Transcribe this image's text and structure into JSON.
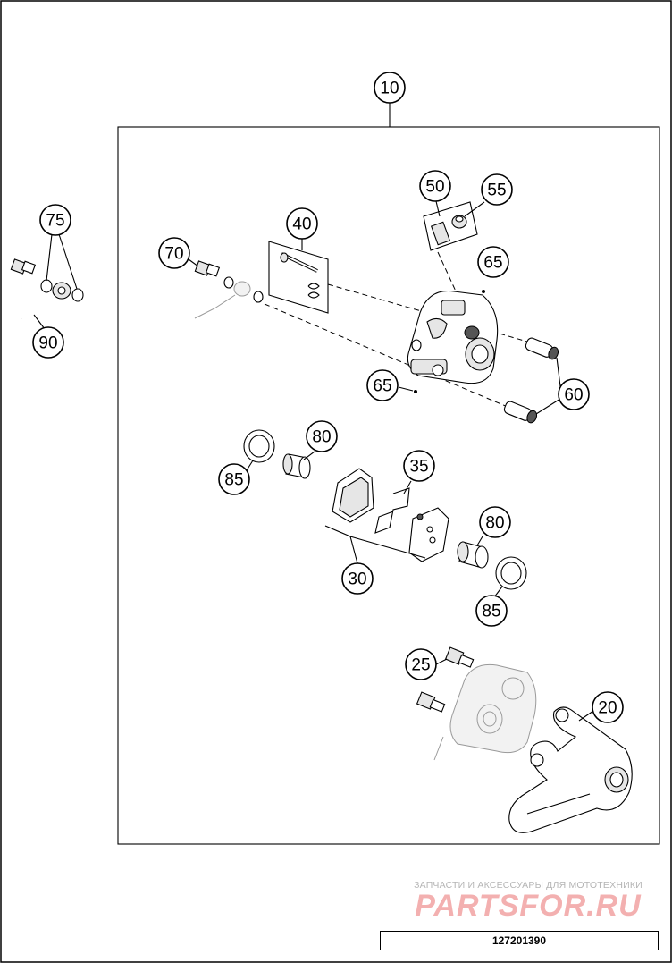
{
  "diagram": {
    "callouts": [
      {
        "id": "callout-10",
        "label": "10"
      },
      {
        "id": "callout-50",
        "label": "50"
      },
      {
        "id": "callout-55",
        "label": "55"
      },
      {
        "id": "callout-40",
        "label": "40"
      },
      {
        "id": "callout-75",
        "label": "75"
      },
      {
        "id": "callout-70",
        "label": "70"
      },
      {
        "id": "callout-65a",
        "label": "65"
      },
      {
        "id": "callout-90",
        "label": "90"
      },
      {
        "id": "callout-65b",
        "label": "65"
      },
      {
        "id": "callout-60",
        "label": "60"
      },
      {
        "id": "callout-80a",
        "label": "80"
      },
      {
        "id": "callout-85a",
        "label": "85"
      },
      {
        "id": "callout-35",
        "label": "35"
      },
      {
        "id": "callout-80b",
        "label": "80"
      },
      {
        "id": "callout-30",
        "label": "30"
      },
      {
        "id": "callout-85b",
        "label": "85"
      },
      {
        "id": "callout-25",
        "label": "25"
      },
      {
        "id": "callout-20",
        "label": "20"
      }
    ]
  },
  "watermark": {
    "tagline": "ЗАПЧАСТИ И АКСЕССУАРЫ ДЛЯ МОТОТЕХНИКИ",
    "logo_text": "PARTSFOR.RU"
  },
  "footer": {
    "reference_number": "127201390"
  }
}
